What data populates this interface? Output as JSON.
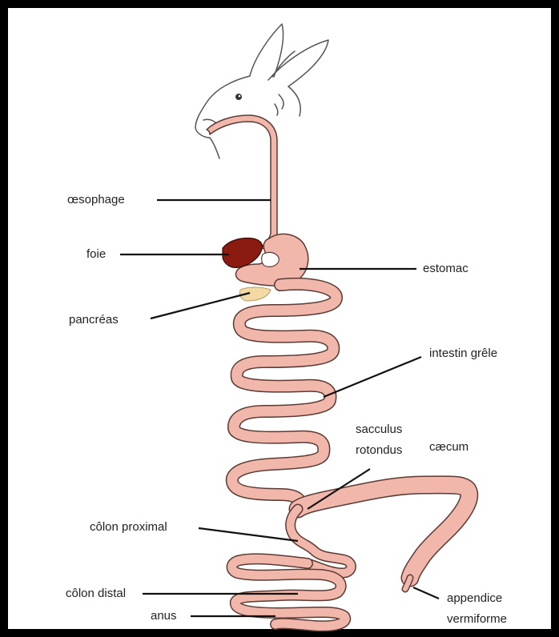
{
  "diagram": {
    "colors": {
      "tract_fill": "#f2b7ab",
      "tract_stroke": "#5a3a34",
      "liver": "#8b1a10",
      "pancreas": "#f3d9a4",
      "leader": "#111111",
      "background": "#ffffff",
      "border": "#000000"
    },
    "labels": {
      "oesophage": "œsophage",
      "foie": "foie",
      "pancreas": "pancréas",
      "estomac": "estomac",
      "intestin": "intestin grêle",
      "sacculus_1": "sacculus",
      "sacculus_2": "rotondus",
      "caecum": "cæcum",
      "colon_proximal": "côlon proximal",
      "colon_distal": "côlon distal",
      "anus": "anus",
      "appendice_1": "appendice",
      "appendice_2": "vermiforme"
    }
  }
}
